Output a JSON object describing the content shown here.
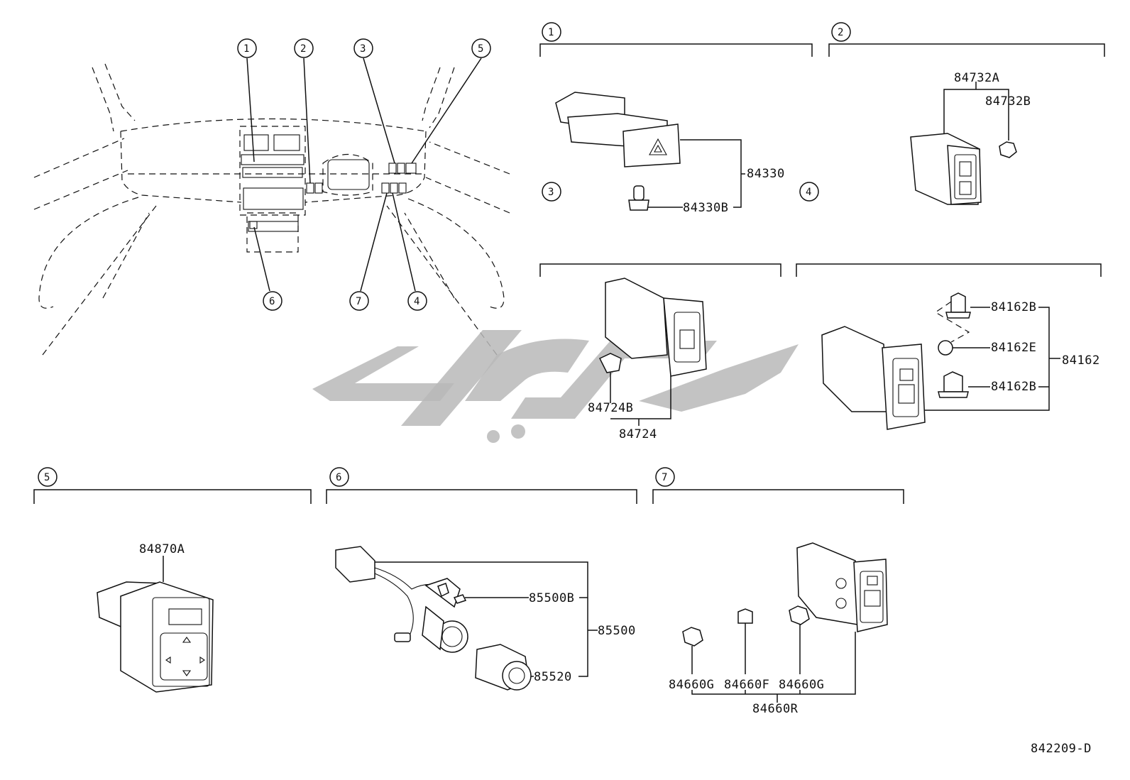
{
  "diagram_code": "842209-D",
  "callouts": [
    "1",
    "2",
    "3",
    "4",
    "5",
    "6",
    "7"
  ],
  "sections": [
    {
      "num": "1",
      "parts": {
        "main": "84330",
        "sub": "84330B"
      }
    },
    {
      "num": "2",
      "parts": {
        "main": "84732A",
        "sub": "84732B"
      }
    },
    {
      "num": "3",
      "parts": {
        "main": "84724",
        "sub": "84724B"
      }
    },
    {
      "num": "4",
      "parts": {
        "main": "84162",
        "sub_a": "84162B",
        "sub_e": "84162E",
        "sub_b": "84162B"
      }
    },
    {
      "num": "5",
      "parts": {
        "main": "84870A"
      }
    },
    {
      "num": "6",
      "parts": {
        "main": "85500",
        "sub_b": "85500B",
        "sub_c": "85520"
      }
    },
    {
      "num": "7",
      "parts": {
        "main": "84660R",
        "sub_g1": "84660G",
        "sub_f": "84660F",
        "sub_g2": "84660G"
      }
    }
  ]
}
